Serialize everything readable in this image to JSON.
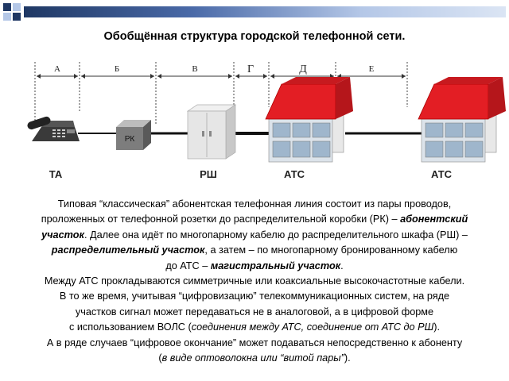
{
  "colors": {
    "accent_dark": "#1f3864",
    "accent_light": "#b4c7e7",
    "roof": "#e31e24",
    "cable": "#111111"
  },
  "title": "Обобщённая структура городской телефонной сети.",
  "diagram": {
    "segments": [
      "А",
      "Б",
      "В",
      "Г",
      "Д",
      "Е"
    ],
    "rk_label": "РК",
    "labels": [
      "ТА",
      "РШ",
      "АТС",
      "АТС"
    ]
  },
  "body": {
    "l1": "Типовая “классическая” абонентская телефонная линия состоит из пары проводов,",
    "l2a": "проложенных от телефонной розетки до распределительной коробки (РК) – ",
    "l2b": "абонентский",
    "l3a": "участок",
    "l3b": ". Далее она идёт по многопарному кабелю до распределительного шкафа (РШ) –",
    "l4a": "распределительный участок",
    "l4b": ", а затем – по многопарному бронированному кабелю",
    "l5a": "до АТС – ",
    "l5b": "магистральный участок",
    "l5c": ".",
    "l6": "Между АТС прокладываются симметричные или коаксиальные высокочастотные кабели.",
    "l7": "В то же время, учитывая “цифровизацию” телекоммуникационных систем, на ряде",
    "l8": "участков сигнал может передаваться не в аналоговой, а в цифровой форме",
    "l9a": "с использованием ВОЛС (",
    "l9b": "соединения между АТС, соединение от АТС до РШ",
    "l9c": ").",
    "l10": "А в ряде случаев “цифровое окончание” может подаваться непосредственно к абоненту",
    "l11a": "(",
    "l11b": "в виде оптоволокна или “витой пары”",
    "l11c": ")."
  }
}
